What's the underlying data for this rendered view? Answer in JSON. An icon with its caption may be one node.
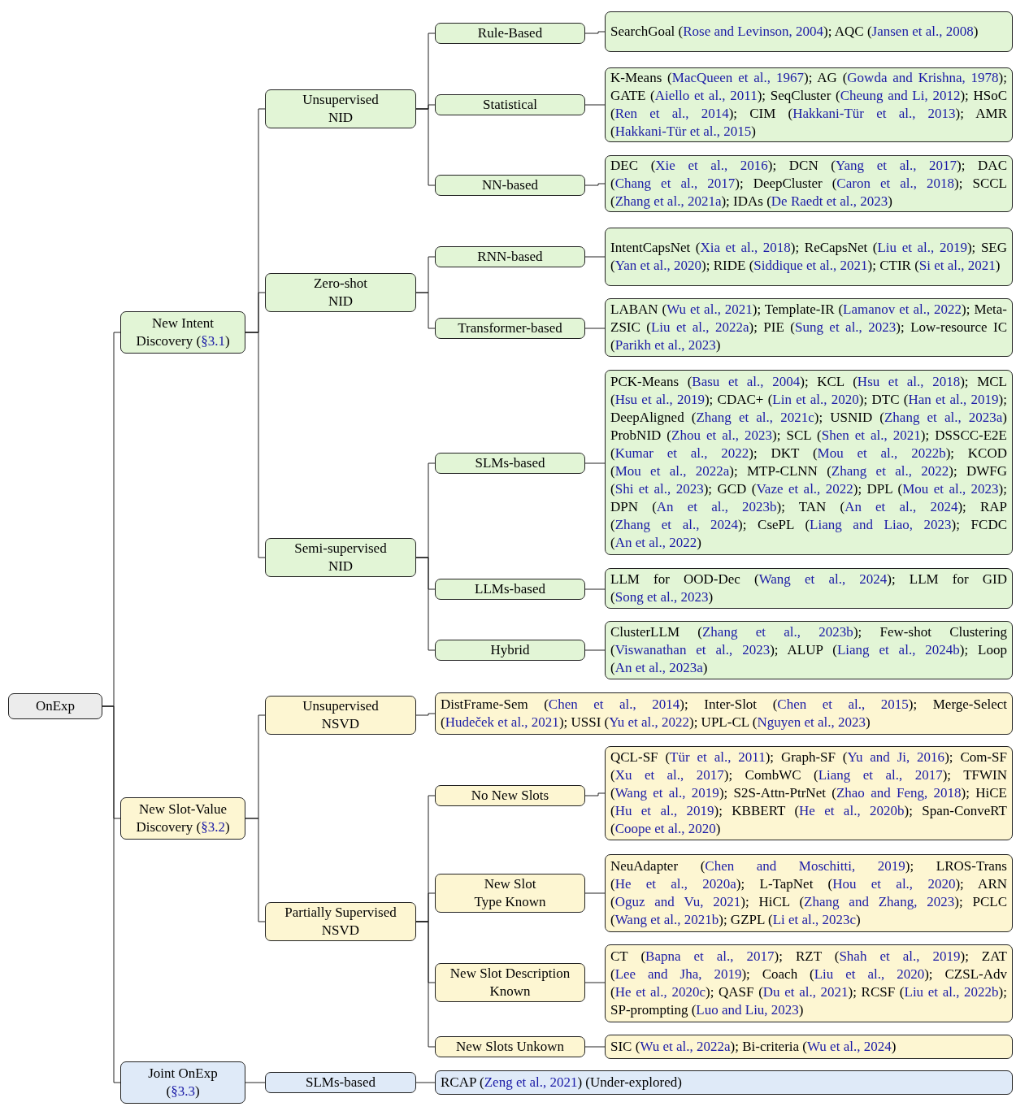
{
  "diagram": {
    "nodes": [
      {
        "text": [
          "OnExp"
        ]
      },
      {
        "text": [
          "New Intent Discovery (§3.1)"
        ]
      },
      {
        "text": [
          "Unsupervised NID"
        ]
      },
      {
        "text": [
          "Rule-Based"
        ]
      },
      {
        "text": [
          "SearchGoal (Rose and Levinson, 2004); AQC (Jansen et al., 2008)"
        ]
      },
      {
        "text": [
          "Statistical"
        ]
      },
      {
        "text": [
          "K-Means (MacQueen et al., 1967); AG (Gowda and Krishna, 1978); GATE (Aiello et al., 2011); SeqCluster (Cheung and Li, 2012); HSoC (Ren et al., 2014); CIM (Hakkani-Tür et al., 2013); AMR (Hakkani-Tür et al., 2015)"
        ]
      },
      {
        "text": [
          "NN-based"
        ]
      },
      {
        "text": [
          "DEC (Xie et al., 2016); DCN (Yang et al., 2017); DAC (Chang et al., 2017); DeepCluster (Caron et al., 2018); SCCL (Zhang et al., 2021a); IDAs (De Raedt et al., 2023)"
        ]
      },
      {
        "text": [
          "Zero-shot NID"
        ]
      },
      {
        "text": [
          "RNN-based"
        ]
      },
      {
        "text": [
          "IntentCapsNet (Xia et al., 2018); ReCapsNet (Liu et al., 2019); SEG (Yan et al., 2020); RIDE (Siddique et al., 2021); CTIR (Si et al., 2021)"
        ]
      },
      {
        "text": [
          "Transformer-based"
        ]
      },
      {
        "text": [
          "LABAN (Wu et al., 2021); Template-IR (Lamanov et al., 2022); Meta-ZSIC (Liu et al., 2022a); PIE (Sung et al., 2023); Low-resource IC (Parikh et al., 2023)"
        ]
      },
      {
        "text": [
          "Semi-supervised NID"
        ]
      },
      {
        "text": [
          "SLMs-based"
        ]
      },
      {
        "text": [
          "PCK-Means (Basu et al., 2004); KCL (Hsu et al., 2018); MCL (Hsu et al., 2019); CDAC+ (Lin et al., 2020); DTC (Han et al., 2019); DeepAligned (Zhang et al., 2021c); USNID (Zhang et al., 2023a) ProbNID (Zhou et al., 2023); SCL (Shen et al., 2021); DSSCC-E2E (Kumar et al., 2022); DKT (Mou et al., 2022b); KCOD (Mou et al., 2022a); MTP-CLNN (Zhang et al., 2022); DWFG (Shi et al., 2023); GCD (Vaze et al., 2022); DPL (Mou et al., 2023); DPN (An et al., 2023b); TAN (An et al., 2024); RAP (Zhang et al., 2024); CsePL (Liang and Liao, 2023); FCDC (An et al., 2022)"
        ]
      },
      {
        "text": [
          "LLMs-based"
        ]
      },
      {
        "text": [
          "LLM for OOD-Dec (Wang et al., 2024); LLM for GID (Song et al., 2023)"
        ]
      },
      {
        "text": [
          "Hybrid"
        ]
      },
      {
        "text": [
          "ClusterLLM (Zhang et al., 2023b); Few-shot Clustering (Viswanathan et al., 2023); ALUP (Liang et al., 2024b); Loop (An et al., 2023a)"
        ]
      },
      {
        "text": [
          "New Slot-Value Discovery (§3.2)"
        ]
      },
      {
        "text": [
          "Unsupervised NSVD"
        ]
      },
      {
        "text": [
          "DistFrame-Sem (Chen et al., 2014); Inter-Slot (Chen et al., 2015); Merge-Select (Hudeček et al., 2021); USSI (Yu et al., 2022); UPL-CL (Nguyen et al., 2023)"
        ]
      },
      {
        "text": [
          "Partially Supervised NSVD"
        ]
      },
      {
        "text": [
          "No New Slots"
        ]
      },
      {
        "text": [
          "QCL-SF (Tür et al., 2011); Graph-SF (Yu and Ji, 2016); Com-SF (Xu et al., 2017); CombWC (Liang et al., 2017); TFWIN (Wang et al., 2019); S2S-Attn-PtrNet (Zhao and Feng, 2018); HiCE (Hu et al., 2019); KBBERT (He et al., 2020b); Span-ConveRT (Coope et al., 2020)"
        ]
      },
      {
        "text": [
          "New Slot Type Known"
        ]
      },
      {
        "text": [
          "NeuAdapter (Chen and Moschitti, 2019); LROS-Trans (He et al., 2020a); L-TapNet (Hou et al., 2020); ARN (Oguz and Vu, 2021); HiCL (Zhang and Zhang, 2023); PCLC (Wang et al., 2021b); GZPL (Li et al., 2023c)"
        ]
      },
      {
        "text": [
          "New Slot Description Known"
        ]
      },
      {
        "text": [
          "CT (Bapna et al., 2017); RZT (Shah et al., 2019); ZAT (Lee and Jha, 2019); Coach (Liu et al., 2020); CZSL-Adv (He et al., 2020c); QASF (Du et al., 2021); RCSF (Liu et al., 2022b); SP-prompting (Luo and Liu, 2023)"
        ]
      },
      {
        "text": [
          "New Slots Unkown"
        ]
      },
      {
        "text": [
          "SIC (Wu et al., 2022a); Bi-criteria (Wu et al., 2024)"
        ]
      },
      {
        "text": [
          "Joint OnExp (§3.3)"
        ]
      },
      {
        "text": [
          "SLMs-based"
        ]
      },
      {
        "text": [
          "RCAP (Zeng et al., 2021) (Under-explored)"
        ]
      }
    ],
    "edges": [
      {
        "from": 0,
        "to": 1,
        "arrow": "none"
      },
      {
        "from": 0,
        "to": 21,
        "arrow": "none"
      },
      {
        "from": 0,
        "to": 33,
        "arrow": "none"
      },
      {
        "from": 1,
        "to": 2,
        "arrow": "none"
      },
      {
        "from": 1,
        "to": 9,
        "arrow": "none"
      },
      {
        "from": 1,
        "to": 14,
        "arrow": "none"
      },
      {
        "from": 2,
        "to": 3,
        "arrow": "none"
      },
      {
        "from": 3,
        "to": 4,
        "arrow": "none"
      },
      {
        "from": 2,
        "to": 5,
        "arrow": "none"
      },
      {
        "from": 5,
        "to": 6,
        "arrow": "none"
      },
      {
        "from": 2,
        "to": 7,
        "arrow": "none"
      },
      {
        "from": 7,
        "to": 8,
        "arrow": "none"
      },
      {
        "from": 9,
        "to": 10,
        "arrow": "none"
      },
      {
        "from": 10,
        "to": 11,
        "arrow": "none"
      },
      {
        "from": 9,
        "to": 12,
        "arrow": "none"
      },
      {
        "from": 12,
        "to": 13,
        "arrow": "none"
      },
      {
        "from": 14,
        "to": 15,
        "arrow": "none"
      },
      {
        "from": 15,
        "to": 16,
        "arrow": "none"
      },
      {
        "from": 14,
        "to": 17,
        "arrow": "none"
      },
      {
        "from": 17,
        "to": 18,
        "arrow": "none"
      },
      {
        "from": 14,
        "to": 19,
        "arrow": "none"
      },
      {
        "from": 19,
        "to": 20,
        "arrow": "none"
      },
      {
        "from": 21,
        "to": 22,
        "arrow": "none"
      },
      {
        "from": 22,
        "to": 23,
        "arrow": "none"
      },
      {
        "from": 21,
        "to": 24,
        "arrow": "none"
      },
      {
        "from": 24,
        "to": 25,
        "arrow": "none"
      },
      {
        "from": 25,
        "to": 26,
        "arrow": "none"
      },
      {
        "from": 24,
        "to": 27,
        "arrow": "none"
      },
      {
        "from": 27,
        "to": 28,
        "arrow": "none"
      },
      {
        "from": 24,
        "to": 29,
        "arrow": "none"
      },
      {
        "from": 29,
        "to": 30,
        "arrow": "none"
      },
      {
        "from": 24,
        "to": 31,
        "arrow": "none"
      },
      {
        "from": 31,
        "to": 32,
        "arrow": "none"
      },
      {
        "from": 33,
        "to": 34,
        "arrow": "none"
      },
      {
        "from": 34,
        "to": 35,
        "arrow": "none"
      }
    ]
  }
}
